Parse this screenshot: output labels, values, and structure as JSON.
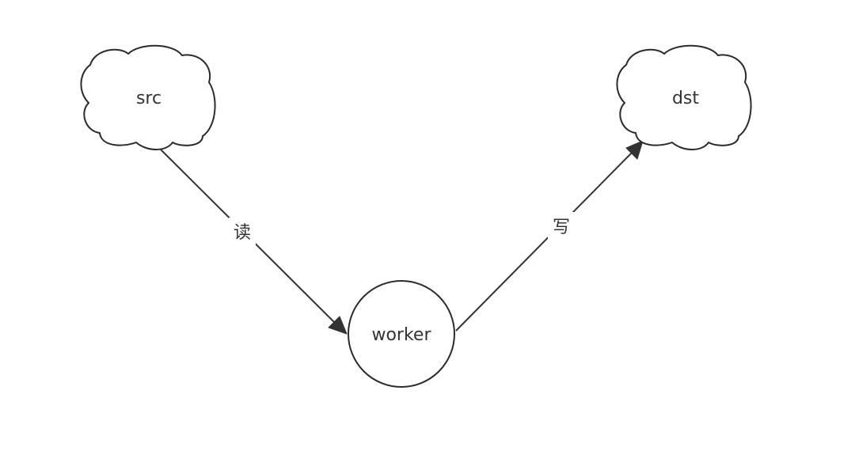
{
  "nodes": {
    "src": {
      "label": "src",
      "shape": "cloud"
    },
    "dst": {
      "label": "dst",
      "shape": "cloud"
    },
    "worker": {
      "label": "worker",
      "shape": "circle"
    }
  },
  "edges": [
    {
      "from": "src",
      "to": "worker",
      "label": "读",
      "arrow": "end"
    },
    {
      "from": "worker",
      "to": "dst",
      "label": "写",
      "arrow": "end"
    }
  ],
  "colors": {
    "stroke": "#2b2b2b",
    "text": "#333333",
    "background": "#ffffff"
  }
}
